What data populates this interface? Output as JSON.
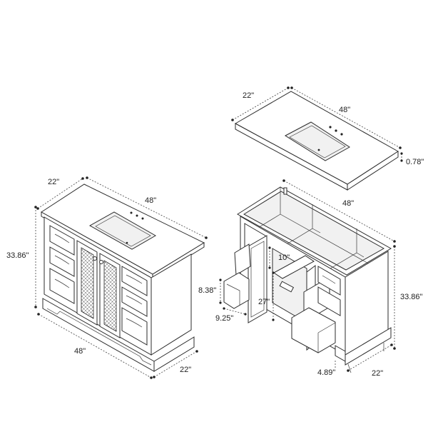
{
  "top_view": {
    "depth": "22\"",
    "width": "48\"",
    "thickness": "0.78\""
  },
  "closed_view": {
    "depth_top": "22\"",
    "width_top": "48\"",
    "height": "33.86\"",
    "width_bottom": "48\"",
    "depth_bottom": "22\""
  },
  "open_view": {
    "width": "48\"",
    "height": "33.86\"",
    "depth": "22\"",
    "inner_shelf": "10\"",
    "inner_height": "27\"",
    "drawer_height": "8.38\"",
    "drawer_depth": "9.25\"",
    "base_height": "4.89\""
  }
}
